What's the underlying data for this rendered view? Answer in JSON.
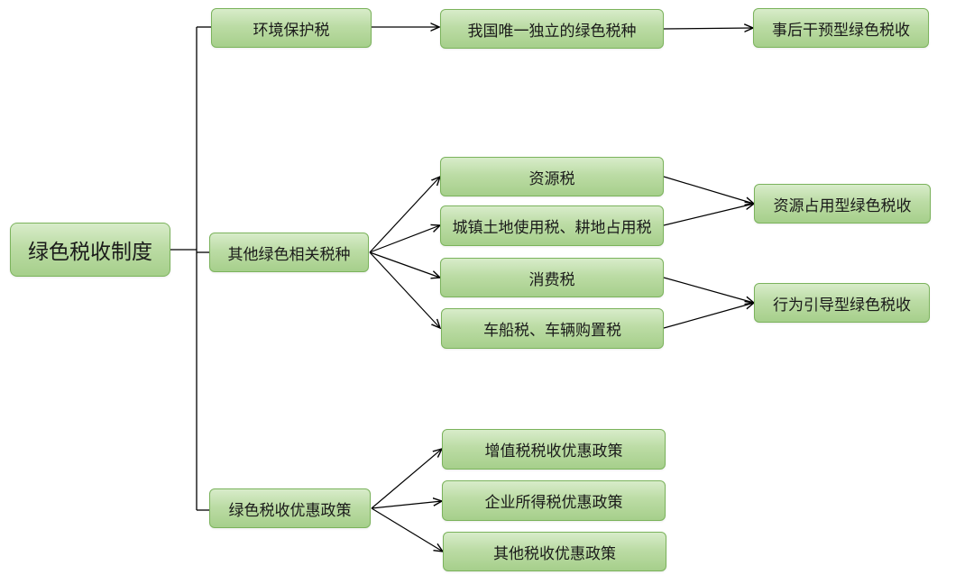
{
  "nodes": {
    "root": "绿色税收制度",
    "env_tax": "环境保护税",
    "other_taxes": "其他绿色相关税种",
    "preferential": "绿色税收优惠政策",
    "env_unique": "我国唯一独立的绿色税种",
    "ex_post": "事后干预型绿色税收",
    "resource_tax": "资源税",
    "land_tax": "城镇土地使用税、耕地占用税",
    "consumption_tax": "消费税",
    "vehicle_tax": "车船税、车辆购置税",
    "resource_type": "资源占用型绿色税收",
    "behavior_type": "行为引导型绿色税收",
    "vat_policy": "增值税税收优惠政策",
    "cit_policy": "企业所得税优惠政策",
    "other_policy": "其他税收优惠政策"
  },
  "colors": {
    "box_border": "#7bb35c",
    "box_fill_top": "#d8ecca",
    "box_fill_bottom": "#a6cf8b",
    "line": "#000000"
  }
}
